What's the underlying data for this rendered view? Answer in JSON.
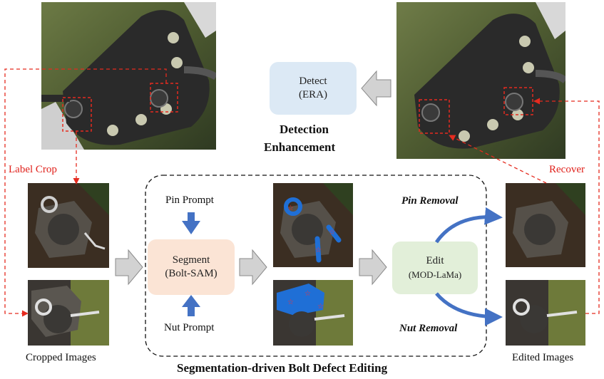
{
  "colors": {
    "red_dashed": "#e52b1f",
    "blue_arrow": "#4472c4",
    "gray_arrow": "#c8c8c8",
    "detect_box": "#dce9f5",
    "segment_box": "#fbe4d5",
    "edit_box": "#e2efd9",
    "blue_mask": "#1f6fd6"
  },
  "labels": {
    "label_crop": "Label Crop",
    "recover": "Recover",
    "cropped_images": "Cropped Images",
    "edited_images": "Edited Images",
    "pin_prompt": "Pin Prompt",
    "nut_prompt": "Nut Prompt",
    "pin_removal": "Pin Removal",
    "nut_removal": "Nut Removal",
    "detection_title_line1": "Detection",
    "detection_title_line2": "Enhancement",
    "main_title": "Segmentation-driven Bolt Defect Editing"
  },
  "boxes": {
    "detect": {
      "line1": "Detect",
      "line2": "(ERA)"
    },
    "segment": {
      "line1": "Segment",
      "line2": "(Bolt-SAM)"
    },
    "edit": {
      "line1": "Edit",
      "line2": "(MOD-LaMa)"
    }
  }
}
